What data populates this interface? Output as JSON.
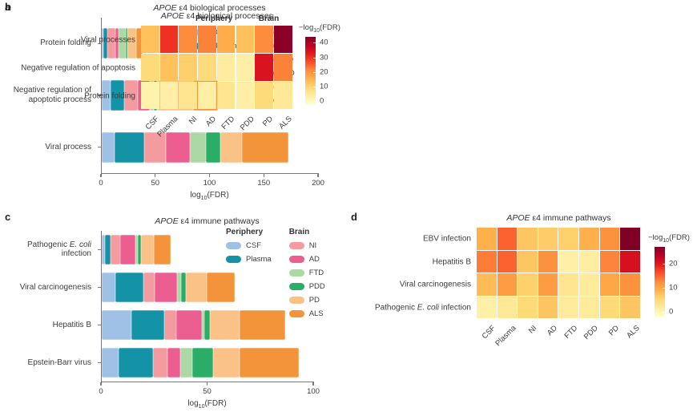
{
  "panels": {
    "a": {
      "letter": "a"
    },
    "b": {
      "letter": "b"
    },
    "c": {
      "letter": "c"
    },
    "d": {
      "letter": "d"
    }
  },
  "legend": {
    "periphery_header": "Periphery",
    "brain_header": "Brain",
    "periphery": [
      {
        "label": "CSF",
        "color": "#9FC1E5"
      },
      {
        "label": "Plasma",
        "color": "#1492A6"
      }
    ],
    "brain": [
      {
        "label": "NI",
        "color": "#F49BA0"
      },
      {
        "label": "AD",
        "color": "#ED5E90"
      },
      {
        "label": "FTD",
        "color": "#ACD8A6"
      },
      {
        "label": "PDD",
        "color": "#29AD67"
      },
      {
        "label": "PD",
        "color": "#FAC287"
      },
      {
        "label": "ALS",
        "color": "#F4943A"
      }
    ]
  },
  "chart_data": [
    {
      "id": "a",
      "type": "stacked_bar_h",
      "title": "*APOE* ε4 biological processes",
      "xlabel": "log~10~(FDR)",
      "xlim": [
        0,
        200
      ],
      "xticks": [
        0,
        50,
        100,
        150,
        200
      ],
      "categories": [
        "Protein folding",
        "Negative regulation of apoptotic process",
        "Viral process"
      ],
      "series": [
        {
          "name": "CSF",
          "values": [
            1.5,
            8,
            12
          ]
        },
        {
          "name": "Plasma",
          "values": [
            3.5,
            13,
            27
          ]
        },
        {
          "name": "NI",
          "values": [
            7.5,
            12,
            20
          ]
        },
        {
          "name": "AD",
          "values": [
            3,
            11,
            22
          ]
        },
        {
          "name": "FTD",
          "values": [
            6.5,
            4,
            15
          ]
        },
        {
          "name": "PDD",
          "values": [
            2,
            3,
            13
          ]
        },
        {
          "name": "PD",
          "values": [
            8,
            33,
            20
          ]
        },
        {
          "name": "ALS",
          "values": [
            6,
            23,
            43
          ]
        }
      ],
      "legend_shown": true
    },
    {
      "id": "b",
      "type": "heatmap",
      "title": "*APOE* ε4 biological processes",
      "colorbar_label": "−log~10~(FDR)",
      "columns": [
        "CSF",
        "Plasma",
        "NI",
        "AD",
        "FTD",
        "PDD",
        "PD",
        "ALS"
      ],
      "rows": [
        "Viral processes",
        "Negative regulation of apoptosis",
        "Protein folding"
      ],
      "values": [
        [
          13,
          30,
          21,
          22,
          16,
          13,
          21,
          43
        ],
        [
          9,
          13,
          11,
          9,
          4,
          3,
          34,
          22
        ],
        [
          2,
          3,
          6,
          3,
          6,
          3,
          9,
          5
        ]
      ],
      "scale_min": -2,
      "scale_max": 44,
      "colorbar_ticks": [
        0,
        10,
        20,
        30,
        40
      ]
    },
    {
      "id": "c",
      "type": "stacked_bar_h",
      "title": "*APOE* ε4 immune pathways",
      "xlabel": "log~10~(FDR)",
      "xlim": [
        0,
        100
      ],
      "xticks": [
        0,
        50,
        100
      ],
      "categories": [
        "Pathogenic *E. coli* infection",
        "Viral carcinogenesis",
        "Hepatitis B",
        "Epstein-Barr virus"
      ],
      "series": [
        {
          "name": "CSF",
          "values": [
            1.5,
            6.5,
            14,
            8
          ]
        },
        {
          "name": "Plasma",
          "values": [
            2.5,
            13,
            15.5,
            16
          ]
        },
        {
          "name": "NI",
          "values": [
            4.5,
            5.5,
            5.5,
            7
          ]
        },
        {
          "name": "AD",
          "values": [
            7.5,
            10.5,
            12,
            6
          ]
        },
        {
          "name": "FTD",
          "values": [
            1,
            2,
            1.5,
            5.5
          ]
        },
        {
          "name": "PDD",
          "values": [
            1.5,
            2,
            2.5,
            10
          ]
        },
        {
          "name": "PD",
          "values": [
            6,
            10,
            14,
            12.5
          ]
        },
        {
          "name": "ALS",
          "values": [
            8,
            13,
            21.5,
            28
          ]
        }
      ],
      "legend_shown": true
    },
    {
      "id": "d",
      "type": "heatmap",
      "title": "*APOE* ε4 immune pathways",
      "colorbar_label": "−log~10~(FDR)",
      "columns": [
        "CSF",
        "Plasma",
        "NI",
        "AD",
        "FTD",
        "PDD",
        "PD",
        "ALS"
      ],
      "rows": [
        "EBV infection",
        "Hepatitis B",
        "Viral carcinogenesis",
        "Pathogenic *E. coli* infection"
      ],
      "values": [
        [
          9,
          15,
          7,
          6.5,
          6,
          9,
          12,
          27
        ],
        [
          13.5,
          15,
          7,
          12,
          1,
          1.5,
          13,
          21
        ],
        [
          8,
          11,
          6,
          11,
          3,
          2,
          10,
          12
        ],
        [
          1,
          2.5,
          5,
          7,
          2,
          2,
          5,
          7
        ]
      ],
      "scale_min": -2,
      "scale_max": 27,
      "colorbar_ticks": [
        0,
        10,
        20
      ]
    }
  ]
}
